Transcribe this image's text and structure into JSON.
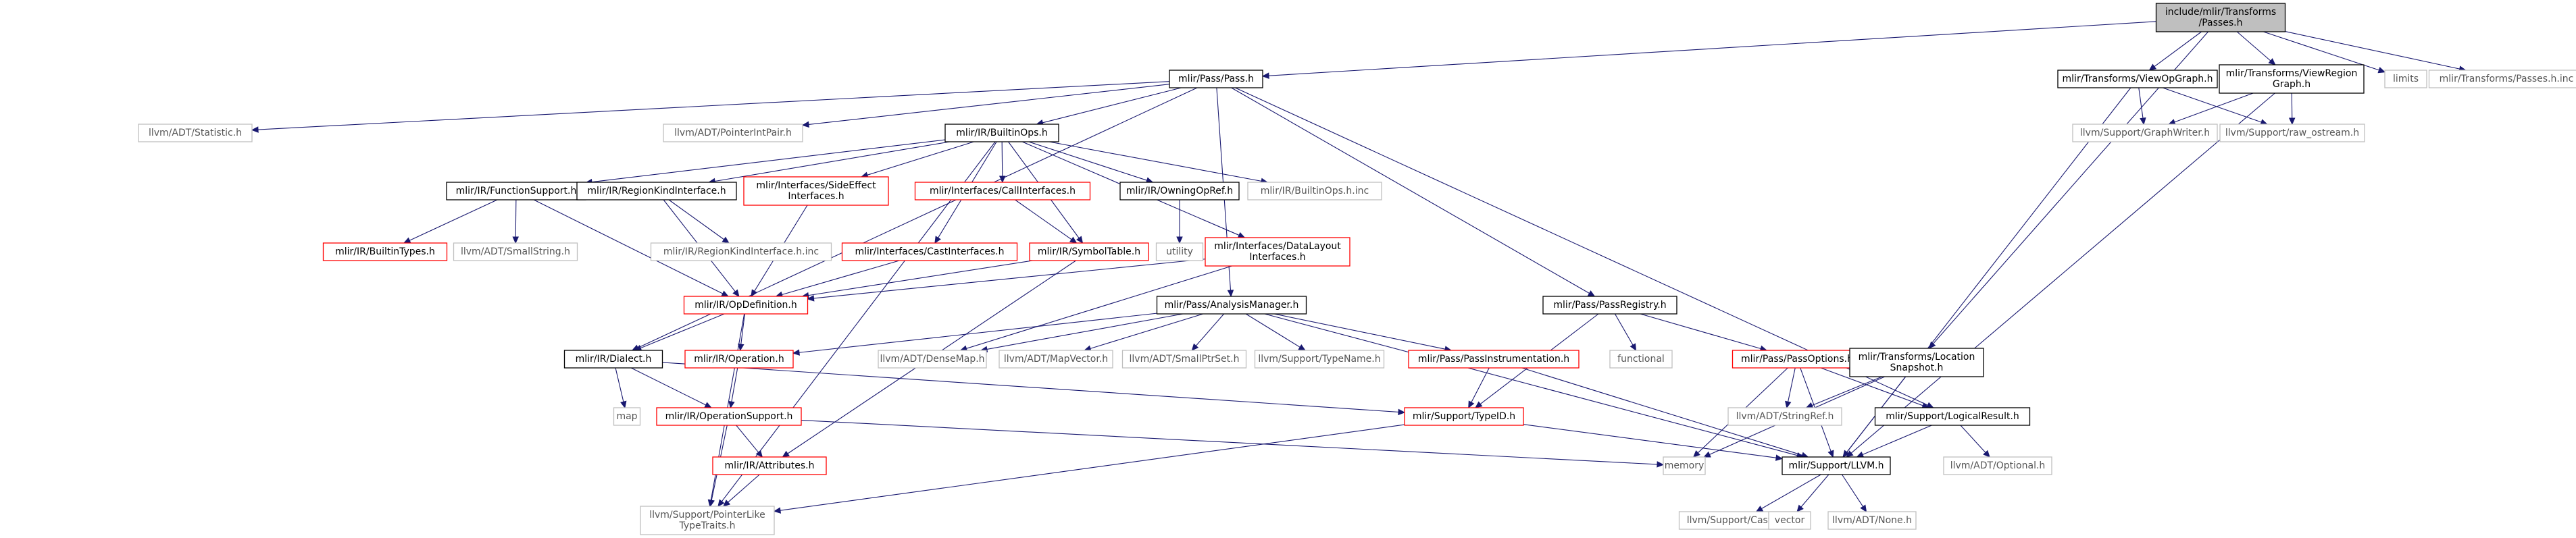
{
  "colors": {
    "edge": "#191970",
    "root_fill": "#bfbfbf",
    "root_stroke": "#000000",
    "documented_stroke": "#000000",
    "truncated_stroke": "#ff0000",
    "external_stroke": "#bfbfbf",
    "external_text": "#000000"
  },
  "nodes": [
    {
      "id": "root",
      "lines": [
        "include/mlir/Transforms",
        "/Passes.h"
      ],
      "kind": "root"
    },
    {
      "id": "pass",
      "lines": [
        "mlir/Pass/Pass.h"
      ],
      "kind": "documented"
    },
    {
      "id": "viewopgraph",
      "lines": [
        "mlir/Transforms/ViewOpGraph.h"
      ],
      "kind": "documented"
    },
    {
      "id": "viewregiongraph",
      "lines": [
        "mlir/Transforms/ViewRegion",
        "Graph.h"
      ],
      "kind": "documented"
    },
    {
      "id": "limits",
      "lines": [
        "limits"
      ],
      "kind": "external"
    },
    {
      "id": "passes_inc",
      "lines": [
        "mlir/Transforms/Passes.h.inc"
      ],
      "kind": "external"
    },
    {
      "id": "pointerintpair",
      "lines": [
        "llvm/ADT/PointerIntPair.h"
      ],
      "kind": "external"
    },
    {
      "id": "statistic",
      "lines": [
        "llvm/ADT/Statistic.h"
      ],
      "kind": "external"
    },
    {
      "id": "builtinops",
      "lines": [
        "mlir/IR/BuiltinOps.h"
      ],
      "kind": "documented"
    },
    {
      "id": "graphwriter",
      "lines": [
        "llvm/Support/GraphWriter.h"
      ],
      "kind": "external"
    },
    {
      "id": "raw_ostream",
      "lines": [
        "llvm/Support/raw_ostream.h"
      ],
      "kind": "external"
    },
    {
      "id": "functionsupport",
      "lines": [
        "mlir/IR/FunctionSupport.h"
      ],
      "kind": "documented"
    },
    {
      "id": "regionkindinterface",
      "lines": [
        "mlir/IR/RegionKindInterface.h"
      ],
      "kind": "documented"
    },
    {
      "id": "sideeffect",
      "lines": [
        "mlir/Interfaces/SideEffect",
        "Interfaces.h"
      ],
      "kind": "truncated"
    },
    {
      "id": "callinterfaces",
      "lines": [
        "mlir/Interfaces/CallInterfaces.h"
      ],
      "kind": "truncated"
    },
    {
      "id": "owningopref",
      "lines": [
        "mlir/IR/OwningOpRef.h"
      ],
      "kind": "documented"
    },
    {
      "id": "builtinops_inc",
      "lines": [
        "mlir/IR/BuiltinOps.h.inc"
      ],
      "kind": "external"
    },
    {
      "id": "builtintypes",
      "lines": [
        "mlir/IR/BuiltinTypes.h"
      ],
      "kind": "truncated"
    },
    {
      "id": "smallstring",
      "lines": [
        "llvm/ADT/SmallString.h"
      ],
      "kind": "external"
    },
    {
      "id": "regionkindinterface_inc",
      "lines": [
        "mlir/IR/RegionKindInterface.h.inc"
      ],
      "kind": "external"
    },
    {
      "id": "utility",
      "lines": [
        "utility"
      ],
      "kind": "external"
    },
    {
      "id": "castinterfaces",
      "lines": [
        "mlir/Interfaces/CastInterfaces.h"
      ],
      "kind": "truncated"
    },
    {
      "id": "symboltable",
      "lines": [
        "mlir/IR/SymbolTable.h"
      ],
      "kind": "truncated"
    },
    {
      "id": "datalayout",
      "lines": [
        "mlir/Interfaces/DataLayout",
        "Interfaces.h"
      ],
      "kind": "truncated"
    },
    {
      "id": "passregistry",
      "lines": [
        "mlir/Pass/PassRegistry.h"
      ],
      "kind": "documented"
    },
    {
      "id": "opdefinition",
      "lines": [
        "mlir/IR/OpDefinition.h"
      ],
      "kind": "truncated"
    },
    {
      "id": "analysismanager",
      "lines": [
        "mlir/Pass/AnalysisManager.h"
      ],
      "kind": "documented"
    },
    {
      "id": "functional",
      "lines": [
        "functional"
      ],
      "kind": "external"
    },
    {
      "id": "passoptions",
      "lines": [
        "mlir/Pass/PassOptions.h"
      ],
      "kind": "truncated"
    },
    {
      "id": "locationsnapshot",
      "lines": [
        "mlir/Transforms/Location",
        "Snapshot.h"
      ],
      "kind": "documented"
    },
    {
      "id": "dialect",
      "lines": [
        "mlir/IR/Dialect.h"
      ],
      "kind": "documented"
    },
    {
      "id": "operation",
      "lines": [
        "mlir/IR/Operation.h"
      ],
      "kind": "truncated"
    },
    {
      "id": "densemap",
      "lines": [
        "llvm/ADT/DenseMap.h"
      ],
      "kind": "external"
    },
    {
      "id": "mapvector",
      "lines": [
        "llvm/ADT/MapVector.h"
      ],
      "kind": "external"
    },
    {
      "id": "smallptrset",
      "lines": [
        "llvm/ADT/SmallPtrSet.h"
      ],
      "kind": "external"
    },
    {
      "id": "typename",
      "lines": [
        "llvm/Support/TypeName.h"
      ],
      "kind": "external"
    },
    {
      "id": "passinstrumentation",
      "lines": [
        "mlir/Pass/PassInstrumentation.h"
      ],
      "kind": "truncated"
    },
    {
      "id": "stringref",
      "lines": [
        "llvm/ADT/StringRef.h"
      ],
      "kind": "external"
    },
    {
      "id": "logicalresult",
      "lines": [
        "mlir/Support/LogicalResult.h"
      ],
      "kind": "documented"
    },
    {
      "id": "map",
      "lines": [
        "map"
      ],
      "kind": "external"
    },
    {
      "id": "operationsupport",
      "lines": [
        "mlir/IR/OperationSupport.h"
      ],
      "kind": "truncated"
    },
    {
      "id": "typeid",
      "lines": [
        "mlir/Support/TypeID.h"
      ],
      "kind": "truncated"
    },
    {
      "id": "attributes",
      "lines": [
        "mlir/IR/Attributes.h"
      ],
      "kind": "truncated"
    },
    {
      "id": "memory",
      "lines": [
        "memory"
      ],
      "kind": "external"
    },
    {
      "id": "llvm_h",
      "lines": [
        "mlir/Support/LLVM.h"
      ],
      "kind": "documented"
    },
    {
      "id": "optional",
      "lines": [
        "llvm/ADT/Optional.h"
      ],
      "kind": "external"
    },
    {
      "id": "pointerliketypetraits",
      "lines": [
        "llvm/Support/PointerLike",
        "TypeTraits.h"
      ],
      "kind": "external"
    },
    {
      "id": "casting",
      "lines": [
        "llvm/Support/Casting.h"
      ],
      "kind": "external"
    },
    {
      "id": "vector",
      "lines": [
        "vector"
      ],
      "kind": "external"
    },
    {
      "id": "none",
      "lines": [
        "llvm/ADT/None.h"
      ],
      "kind": "external"
    }
  ],
  "edges": [
    [
      "root",
      "pass"
    ],
    [
      "root",
      "viewopgraph"
    ],
    [
      "root",
      "viewregiongraph"
    ],
    [
      "root",
      "limits"
    ],
    [
      "root",
      "passes_inc"
    ],
    [
      "root",
      "locationsnapshot"
    ],
    [
      "pass",
      "pointerintpair"
    ],
    [
      "pass",
      "statistic"
    ],
    [
      "pass",
      "builtinops"
    ],
    [
      "pass",
      "analysismanager"
    ],
    [
      "pass",
      "passregistry"
    ],
    [
      "pass",
      "logicalresult"
    ],
    [
      "pass",
      "dialect"
    ],
    [
      "viewopgraph",
      "graphwriter"
    ],
    [
      "viewopgraph",
      "raw_ostream"
    ],
    [
      "viewopgraph",
      "llvm_h"
    ],
    [
      "viewregiongraph",
      "graphwriter"
    ],
    [
      "viewregiongraph",
      "raw_ostream"
    ],
    [
      "viewregiongraph",
      "llvm_h"
    ],
    [
      "builtinops",
      "functionsupport"
    ],
    [
      "builtinops",
      "regionkindinterface"
    ],
    [
      "builtinops",
      "sideeffect"
    ],
    [
      "builtinops",
      "callinterfaces"
    ],
    [
      "builtinops",
      "owningopref"
    ],
    [
      "builtinops",
      "builtinops_inc"
    ],
    [
      "builtinops",
      "castinterfaces"
    ],
    [
      "builtinops",
      "symboltable"
    ],
    [
      "builtinops",
      "datalayout"
    ],
    [
      "builtinops",
      "pointerliketypetraits"
    ],
    [
      "functionsupport",
      "builtintypes"
    ],
    [
      "functionsupport",
      "smallstring"
    ],
    [
      "functionsupport",
      "opdefinition"
    ],
    [
      "regionkindinterface",
      "regionkindinterface_inc"
    ],
    [
      "regionkindinterface",
      "opdefinition"
    ],
    [
      "sideeffect",
      "opdefinition"
    ],
    [
      "callinterfaces",
      "symboltable"
    ],
    [
      "owningopref",
      "utility"
    ],
    [
      "castinterfaces",
      "opdefinition"
    ],
    [
      "symboltable",
      "opdefinition"
    ],
    [
      "symboltable",
      "attributes"
    ],
    [
      "datalayout",
      "opdefinition"
    ],
    [
      "datalayout",
      "densemap"
    ],
    [
      "opdefinition",
      "dialect"
    ],
    [
      "opdefinition",
      "operation"
    ],
    [
      "opdefinition",
      "pointerliketypetraits"
    ],
    [
      "passregistry",
      "functional"
    ],
    [
      "passregistry",
      "passoptions"
    ],
    [
      "passregistry",
      "typeid"
    ],
    [
      "analysismanager",
      "operation"
    ],
    [
      "analysismanager",
      "densemap"
    ],
    [
      "analysismanager",
      "mapvector"
    ],
    [
      "analysismanager",
      "smallptrset"
    ],
    [
      "analysismanager",
      "typename"
    ],
    [
      "analysismanager",
      "passinstrumentation"
    ],
    [
      "analysismanager",
      "llvm_h"
    ],
    [
      "passoptions",
      "stringref"
    ],
    [
      "passoptions",
      "logicalresult"
    ],
    [
      "passoptions",
      "llvm_h"
    ],
    [
      "passoptions",
      "memory"
    ],
    [
      "locationsnapshot",
      "stringref"
    ],
    [
      "locationsnapshot",
      "llvm_h"
    ],
    [
      "locationsnapshot",
      "memory"
    ],
    [
      "dialect",
      "map"
    ],
    [
      "dialect",
      "operationsupport"
    ],
    [
      "dialect",
      "typeid"
    ],
    [
      "operation",
      "operationsupport"
    ],
    [
      "passinstrumentation",
      "typeid"
    ],
    [
      "passinstrumentation",
      "llvm_h"
    ],
    [
      "logicalresult",
      "llvm_h"
    ],
    [
      "logicalresult",
      "optional"
    ],
    [
      "operationsupport",
      "attributes"
    ],
    [
      "operationsupport",
      "memory"
    ],
    [
      "operationsupport",
      "pointerliketypetraits"
    ],
    [
      "typeid",
      "pointerliketypetraits"
    ],
    [
      "typeid",
      "llvm_h"
    ],
    [
      "attributes",
      "pointerliketypetraits"
    ],
    [
      "llvm_h",
      "casting"
    ],
    [
      "llvm_h",
      "vector"
    ],
    [
      "llvm_h",
      "none"
    ]
  ]
}
